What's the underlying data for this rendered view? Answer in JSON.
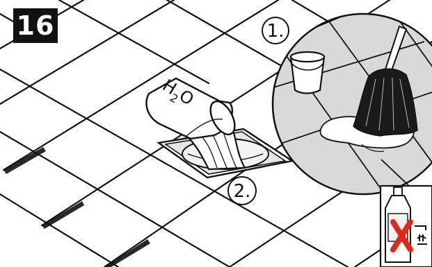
{
  "step_number": "16",
  "callouts": {
    "substep_1": "1.",
    "substep_2": "2."
  },
  "pour_container_label": {
    "main": "H",
    "sub": "2",
    "end": "O"
  },
  "icons": {
    "bucket": "bucket-icon",
    "mop": "mop-icon",
    "pour_container": "water-container-icon",
    "floor_drain": "floor-drain-icon",
    "cleaner_bottle": "chemical-cleaner-bottle-icon",
    "prohibited_mark": "red-x-prohibited-icon",
    "drain_symbol": "drain-tap-symbol-icon"
  },
  "colors": {
    "ink": "#111111",
    "badge_background": "#111111",
    "badge_text": "#ffffff",
    "prohibited": "#e1261c",
    "tile_shade": "#cfcfcf"
  }
}
